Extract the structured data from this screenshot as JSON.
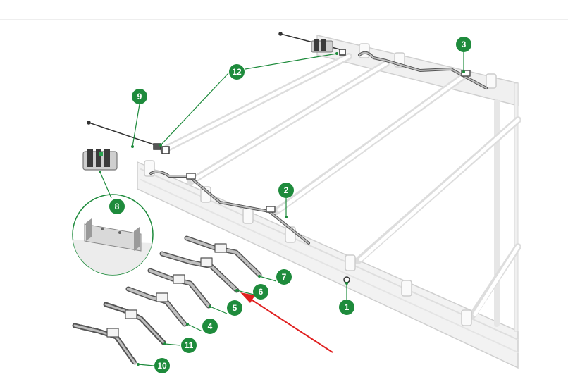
{
  "callouts": [
    {
      "id": "c1",
      "label": "1"
    },
    {
      "id": "c2",
      "label": "2"
    },
    {
      "id": "c3",
      "label": "3"
    },
    {
      "id": "c4",
      "label": "4"
    },
    {
      "id": "c5",
      "label": "5"
    },
    {
      "id": "c6",
      "label": "6"
    },
    {
      "id": "c7",
      "label": "7"
    },
    {
      "id": "c8",
      "label": "8"
    },
    {
      "id": "c9",
      "label": "9"
    },
    {
      "id": "c10",
      "label": "10"
    },
    {
      "id": "c11",
      "label": "11"
    },
    {
      "id": "c12",
      "label": "12"
    }
  ],
  "colors": {
    "callout_fill": "#1e8b3c",
    "leader_line": "#1e8b3c",
    "arrow": "#e02020",
    "frame": "#dcdcdc",
    "frame_edge": "#b8b8b8",
    "part": "#9a9a9a",
    "part_dark": "#4a4a4a"
  }
}
